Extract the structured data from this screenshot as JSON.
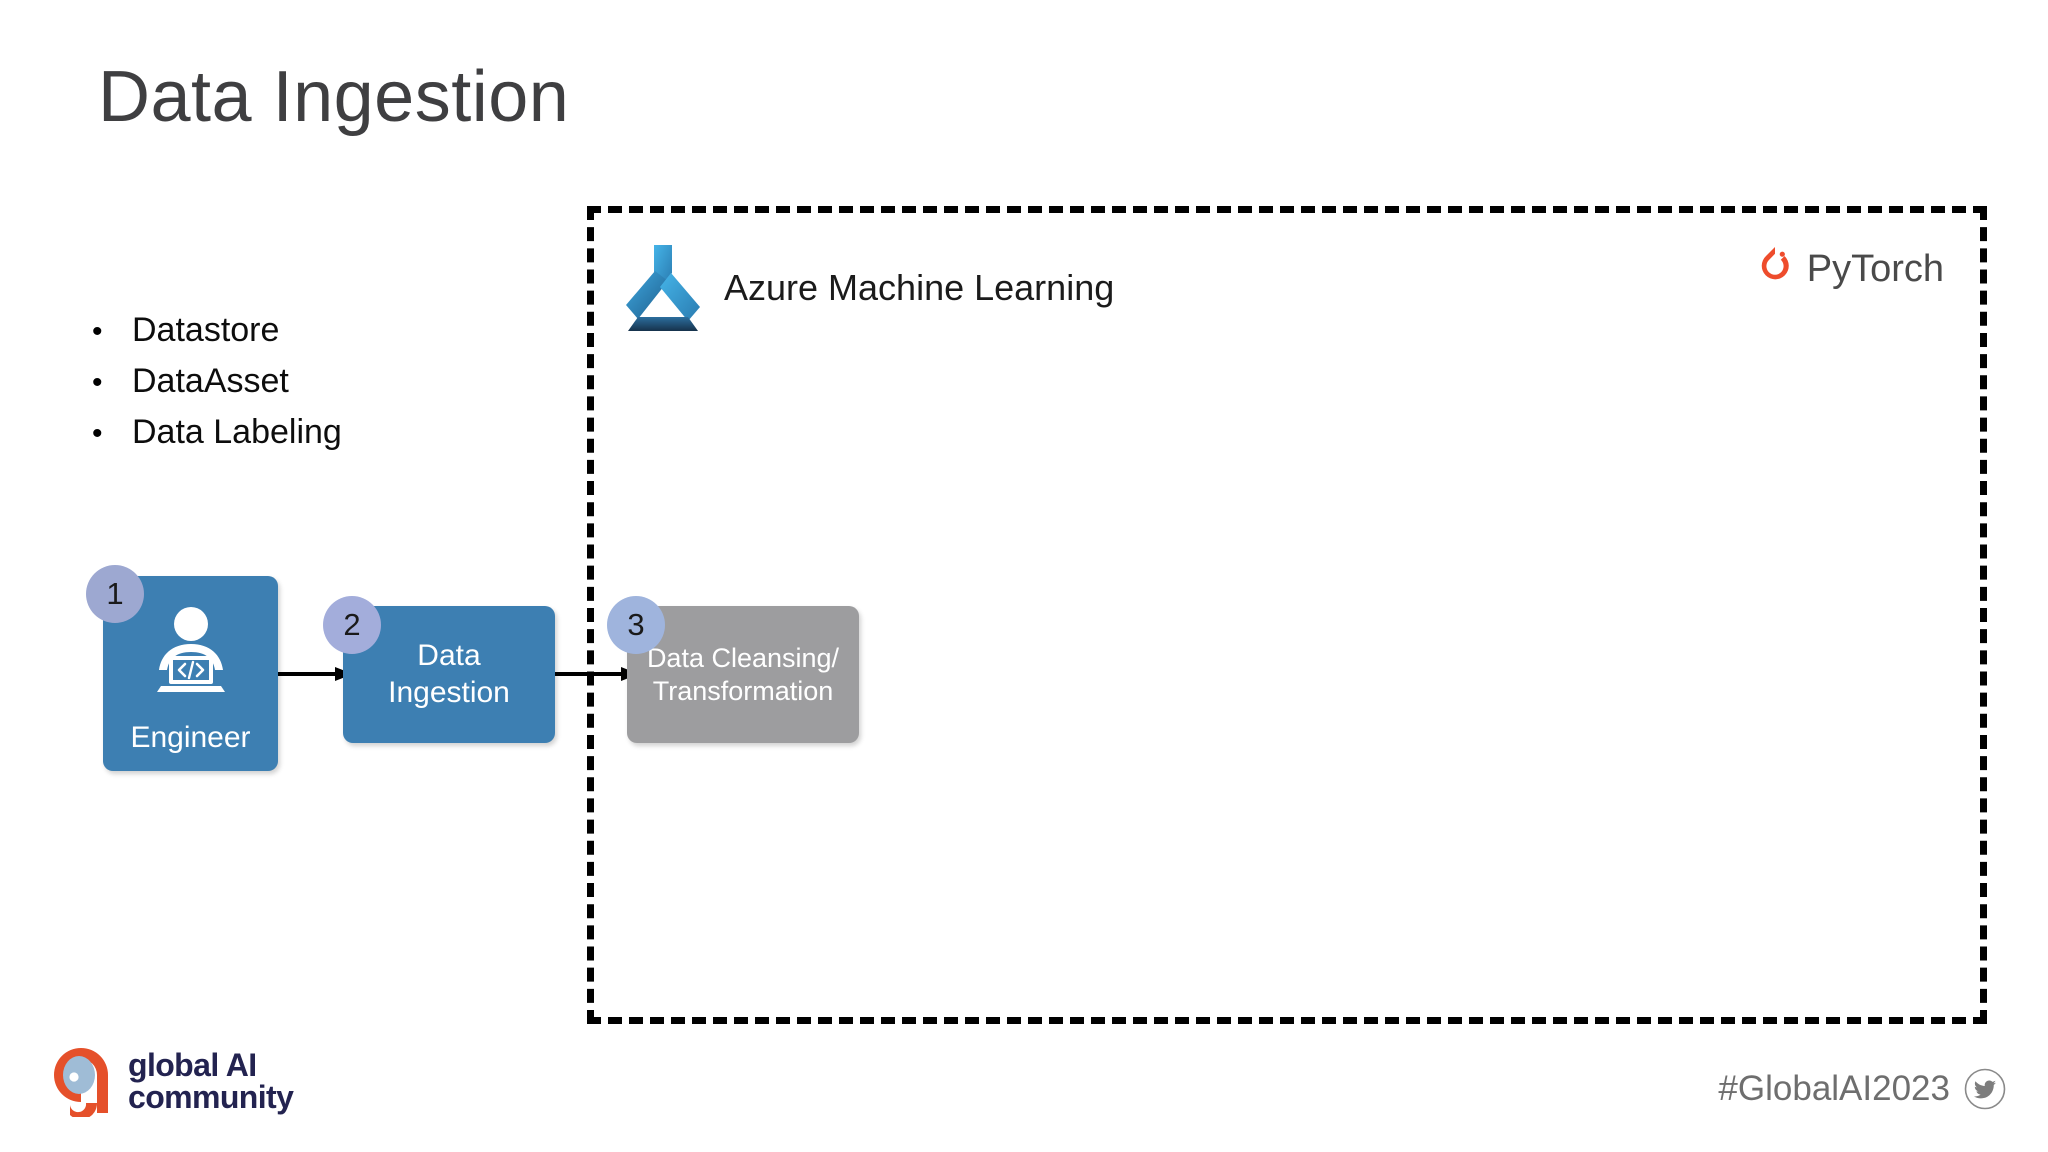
{
  "slide": {
    "title": "Data Ingestion",
    "background_color": "#FFFFFF",
    "title_color": "#3F3F41"
  },
  "bullets": {
    "marker": "•",
    "items": [
      {
        "label": "Datastore"
      },
      {
        "label": "DataAsset"
      },
      {
        "label": "Data Labeling"
      }
    ]
  },
  "platform_box": {
    "name": "Azure Machine Learning",
    "border_style": "dashed",
    "border_color": "#000000",
    "logo_icon": "azure-machine-learning-beaker-icon",
    "partner": {
      "word": "PyTorch",
      "logo_icon": "pytorch-flame-icon",
      "accent_color": "#EE4C2C",
      "word_color": "#4A4A4A"
    }
  },
  "flow": {
    "boxes": [
      {
        "id": "engineer",
        "badge": "1",
        "label": "Engineer",
        "fill": "#3D7FB2",
        "badge_fill": "#9DA8D1",
        "icon": "engineer-coder-icon"
      },
      {
        "id": "ingestion",
        "badge": "2",
        "label": "Data\nIngestion",
        "fill": "#3D7FB2",
        "badge_fill": "#A3ADDB",
        "icon": ""
      },
      {
        "id": "cleansing",
        "badge": "3",
        "label": "Data Cleansing/\nTransformation",
        "fill": "#9D9D9F",
        "badge_fill": "#9FB4DD",
        "icon": ""
      }
    ],
    "arrows": [
      {
        "from": "engineer",
        "to": "ingestion",
        "color": "#000000"
      },
      {
        "from": "ingestion",
        "to": "cleansing",
        "color": "#000000"
      }
    ]
  },
  "footer": {
    "brand_line_1": "global AI",
    "brand_line_2": "community",
    "brand_icon": "global-ai-community-eye-logo",
    "brand_text_color": "#232350",
    "brand_accent_color": "#E5502A",
    "hashtag": "#GlobalAI2023",
    "hashtag_color": "#6E6E6E",
    "social_icon": "twitter-bird-icon"
  }
}
